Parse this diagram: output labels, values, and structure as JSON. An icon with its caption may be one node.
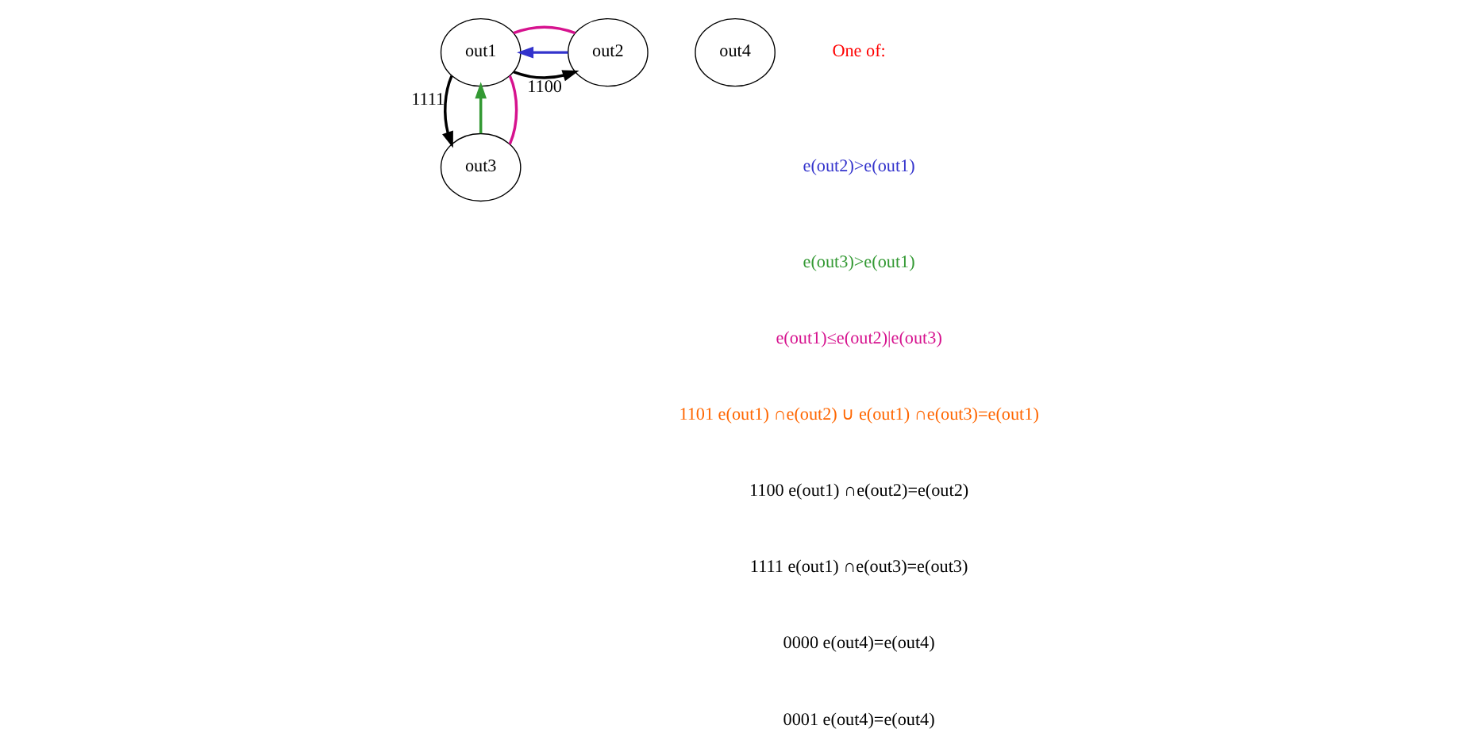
{
  "diagram": {
    "nodes": [
      {
        "text": [
          "out1"
        ]
      },
      {
        "text": [
          "out2"
        ]
      },
      {
        "text": [
          "out3"
        ]
      },
      {
        "text": [
          "out4"
        ]
      }
    ],
    "edges": [
      {
        "from": 0,
        "to": 1,
        "arrow": "to",
        "label": "1100"
      },
      {
        "from": 1,
        "to": 0,
        "arrow": "to",
        "color": "#3333cc"
      },
      {
        "from": 0,
        "to": 2,
        "arrow": "to",
        "label": "1111"
      },
      {
        "from": 2,
        "to": 0,
        "arrow": "to",
        "color": "#339933"
      },
      {
        "from": 1,
        "to": 0,
        "arrow": "none",
        "color": "#d6128e"
      },
      {
        "from": 2,
        "to": 0,
        "arrow": "none",
        "color": "#d6128e"
      }
    ],
    "labels": [
      "One of:",
      "e(out2)>e(out1)",
      "e(out3)>e(out1)",
      "e(out1)≤e(out2)|e(out3)",
      "1101 e(out1) ∩e(out2) ∪ e(out1) ∩e(out3)=e(out1)",
      "1100 e(out1) ∩e(out2)=e(out2)",
      "1111 e(out1) ∩e(out3)=e(out3)",
      "0000 e(out4)=e(out4)",
      "0001 e(out4)=e(out4)"
    ]
  }
}
